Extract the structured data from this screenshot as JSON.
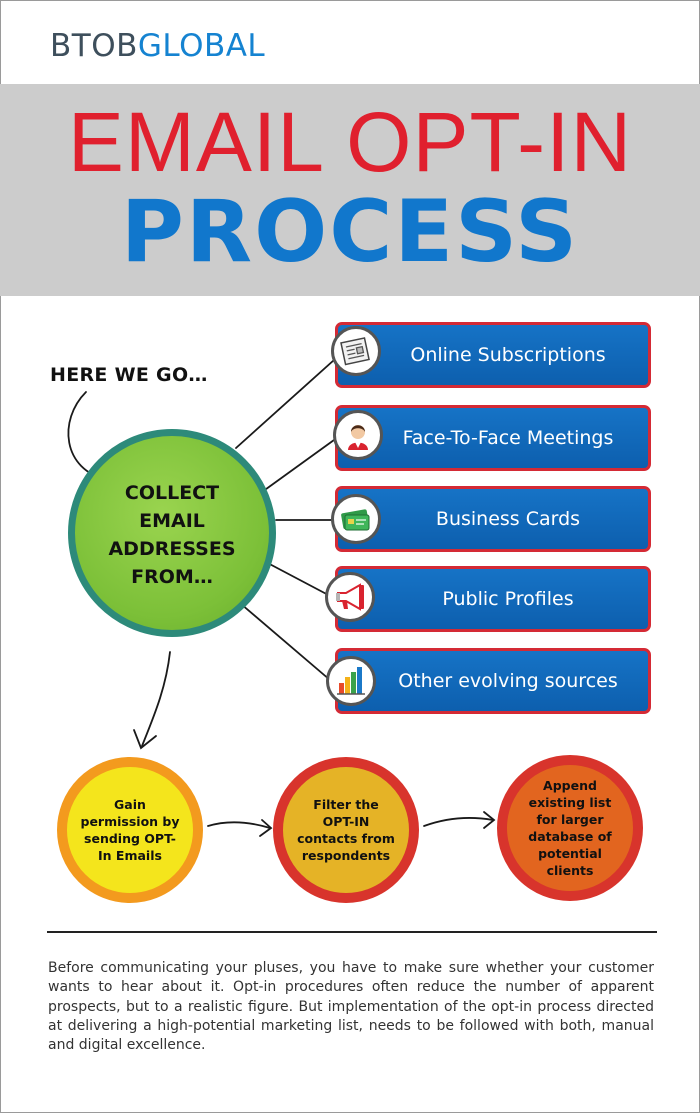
{
  "logo": {
    "part1": "BTOB",
    "part2": "GLOBAL"
  },
  "title": {
    "line1": "EMAIL OPT-IN",
    "line2": "PROCESS"
  },
  "intro": "HERE WE GO…",
  "collect": {
    "line1": "COLLECT",
    "line2": "EMAIL",
    "line3": "ADDRESSES",
    "line4": "FROM…"
  },
  "sources": [
    {
      "label": "Online Subscriptions",
      "icon": "newspaper-icon"
    },
    {
      "label": "Face-To-Face Meetings",
      "icon": "person-icon"
    },
    {
      "label": "Business Cards",
      "icon": "business-card-icon"
    },
    {
      "label": "Public Profiles",
      "icon": "megaphone-icon"
    },
    {
      "label": "Other evolving sources",
      "icon": "bar-chart-icon"
    }
  ],
  "steps": [
    {
      "text": "Gain permission by sending OPT-In Emails",
      "fill": "#f4e51c",
      "ring": "#f39a1e"
    },
    {
      "text": "Filter the OPT-IN contacts from respondents",
      "fill": "#e5b326",
      "ring": "#d8342c"
    },
    {
      "text": "Append existing list for larger database of potential clients",
      "fill": "#e2651f",
      "ring": "#d8342c"
    }
  ],
  "description": "Before communicating your pluses, you have to make sure whether your customer wants to hear about it. Opt-in procedures often reduce the number of apparent prospects, but to a realistic figure. But implementation of the opt-in process directed at delivering a high-potential marketing list, needs to be followed with both, manual and digital excellence.",
  "colors": {
    "accent_red": "#e0202e",
    "accent_blue": "#1177cc",
    "collect_green": "#7cc038",
    "collect_ring": "#2d8a7a"
  }
}
